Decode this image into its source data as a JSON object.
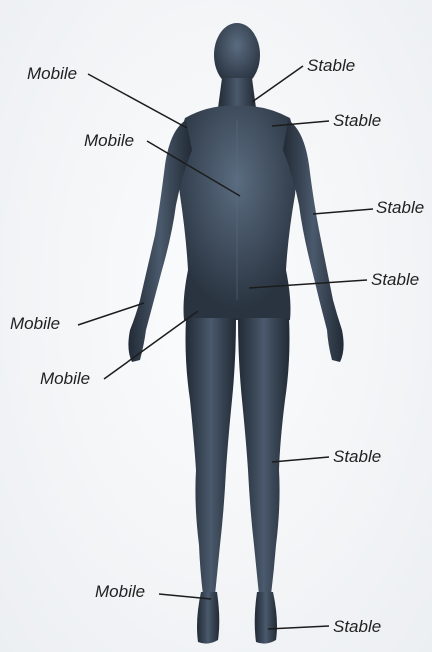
{
  "colors": {
    "body_dark": "#2a3441",
    "body_mid": "#3a4756",
    "body_light": "#56687c",
    "leader_line": "#1c1c1c",
    "label_text": "#222222"
  },
  "labels": [
    {
      "id": "mobile-1",
      "text": "Mobile"
    },
    {
      "id": "stable-1",
      "text": "Stable"
    },
    {
      "id": "stable-2",
      "text": "Stable"
    },
    {
      "id": "mobile-2",
      "text": "Mobile"
    },
    {
      "id": "stable-3",
      "text": "Stable"
    },
    {
      "id": "stable-4",
      "text": "Stable"
    },
    {
      "id": "mobile-3",
      "text": "Mobile"
    },
    {
      "id": "mobile-4",
      "text": "Mobile"
    },
    {
      "id": "stable-5",
      "text": "Stable"
    },
    {
      "id": "mobile-5",
      "text": "Mobile"
    },
    {
      "id": "stable-6",
      "text": "Stable"
    }
  ]
}
